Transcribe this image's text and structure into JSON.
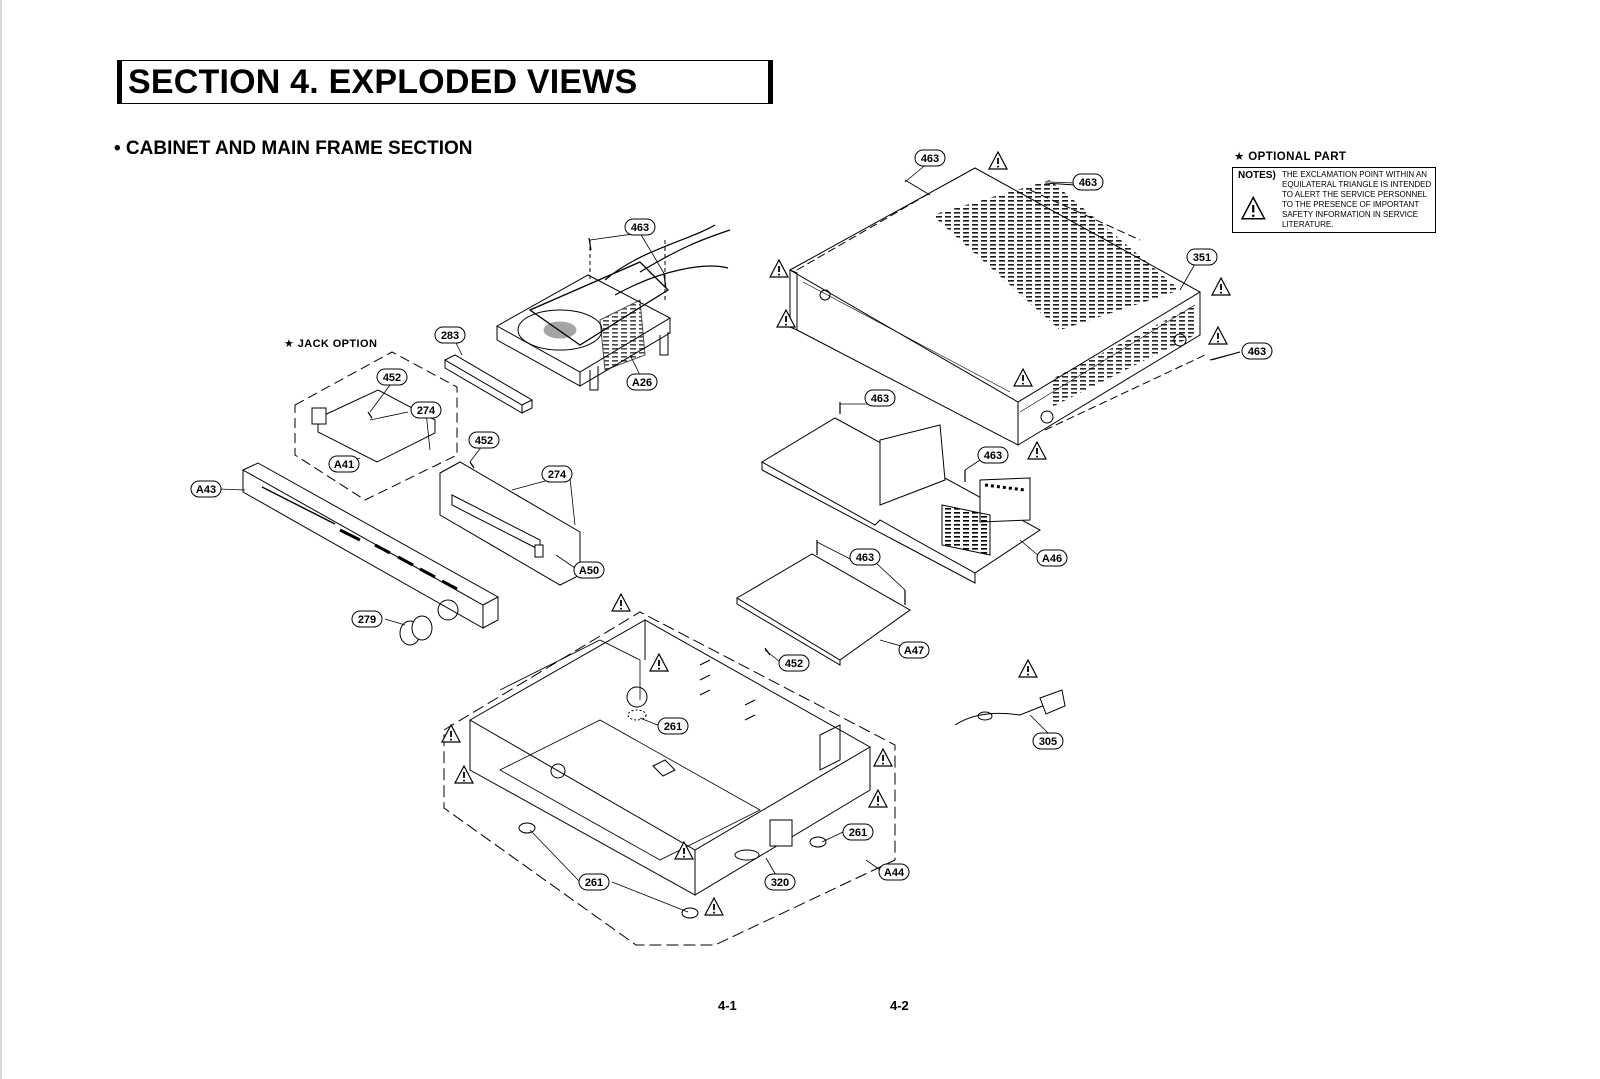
{
  "title": "SECTION 4. EXPLODED VIEWS",
  "subtitle": "• CABINET AND MAIN FRAME SECTION",
  "optional_part": "★ OPTIONAL PART",
  "jack_option": "★ JACK OPTION",
  "notes": {
    "label": "NOTES)",
    "text": "THE EXCLAMATION POINT WITHIN AN EQUILATERAL TRIANGLE IS INTENDED TO ALERT THE SERVICE PERSONNEL TO THE PRESENCE OF IMPORTANT SAFETY INFORMATION IN SERVICE LITERATURE."
  },
  "pages": [
    "4-1",
    "4-2"
  ],
  "parts": [
    "463",
    "463",
    "463",
    "463",
    "463",
    "463",
    "463",
    "351",
    "283",
    "A26",
    "452",
    "274",
    "A41",
    "452",
    "274",
    "A43",
    "A50",
    "A46",
    "A47",
    "452",
    "279",
    "261",
    "305",
    "261",
    "261",
    "320",
    "A44"
  ],
  "icons": {
    "warning": "warning-triangle-icon"
  }
}
